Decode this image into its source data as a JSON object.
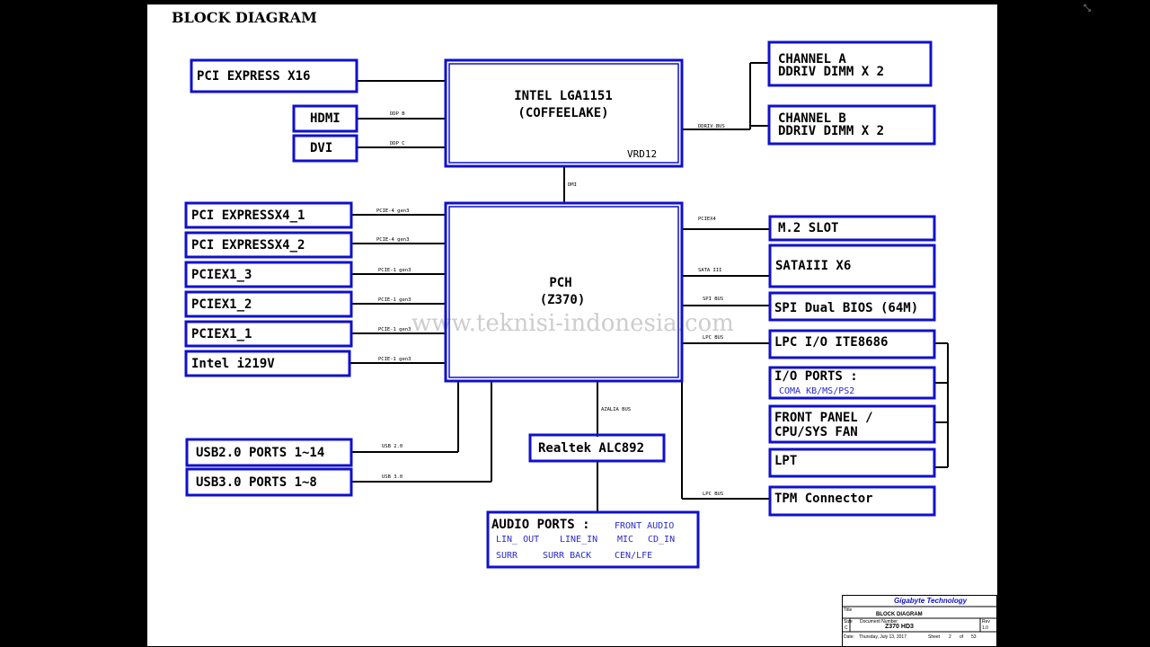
{
  "title": "BLOCK DIAGRAM",
  "watermark": "www.teknisi-indonesia.com",
  "window_icon": "⤡",
  "cpu": {
    "name": "INTEL LGA1151",
    "sub": "(COFFEELAKE)",
    "vrd": "VRD12"
  },
  "pch": {
    "name": "PCH",
    "sub": "(Z370)"
  },
  "dmi": "DMI",
  "left_top": [
    {
      "label": "PCI EXPRESS X16",
      "bus": ""
    },
    {
      "label": "HDMI",
      "bus": "DDP B"
    },
    {
      "label": "DVI",
      "bus": "DDP C"
    }
  ],
  "left_pcie": [
    {
      "label": "PCI EXPRESSX4_1",
      "bus": "PCIE-4 gen3"
    },
    {
      "label": "PCI EXPRESSX4_2",
      "bus": "PCIE-4 gen3"
    },
    {
      "label": "PCIEX1_3",
      "bus": "PCIE-1 gen3"
    },
    {
      "label": "PCIEX1_2",
      "bus": "PCIE-1 gen3"
    },
    {
      "label": "PCIEX1_1",
      "bus": "PCIE-1 gen3"
    },
    {
      "label": "Intel i219V",
      "bus": "PCIE-1 gen3"
    }
  ],
  "usb": [
    {
      "label": "USB2.0 PORTS 1~14",
      "bus": "USB 2.0"
    },
    {
      "label": "USB3.0 PORTS 1~8",
      "bus": "USB 3.0"
    }
  ],
  "memory": {
    "bus": "DDRIV BUS",
    "channels": [
      {
        "line1": "CHANNEL A",
        "line2": "DDRIV  DIMM X 2"
      },
      {
        "line1": "CHANNEL B",
        "line2": "DDRIV DIMM X 2"
      }
    ]
  },
  "right": [
    {
      "label": "M.2 SLOT",
      "bus": "PCIEX4"
    },
    {
      "label": "SATAIII X6",
      "bus": "SATA III"
    },
    {
      "label": "SPI Dual BIOS (64M)",
      "bus": "SPI BUS"
    },
    {
      "label": "LPC I/O ITE8686",
      "bus": "LPC BUS"
    }
  ],
  "io_ports": {
    "label": "I/O PORTS :",
    "sub": "COMA  KB/MS/PS2"
  },
  "front_panel": {
    "line1": "FRONT PANEL /",
    "line2": "CPU/SYS FAN"
  },
  "lpt": "LPT",
  "tpm": {
    "label": "TPM Connector",
    "bus": "LPC BUS"
  },
  "audio": {
    "bus": "AZALIA BUS",
    "codec": "Realtek ALC892",
    "ports_label": "AUDIO PORTS :",
    "front": "FRONT AUDIO",
    "row1": [
      "LIN_ OUT",
      "LINE_IN",
      "MIC",
      "CD_IN"
    ],
    "row2": [
      "SURR",
      "SURR BACK",
      "CEN/LFE"
    ]
  },
  "title_block": {
    "company": "Gigabyte Technology",
    "title_key": "Title",
    "title": "BLOCK DIAGRAM",
    "size_key": "Size",
    "size": "C",
    "docnum_key": "Document Number",
    "model": "Z370 HD3",
    "rev_key": "Rev",
    "rev": "1.0",
    "date_key": "Date:",
    "date": "Thursday, July 13, 2017",
    "sheet_key": "Sheet",
    "sheet": "2",
    "of_key": "of",
    "of": "53"
  },
  "colors": {
    "box": "#1010cc",
    "wire": "#000000",
    "sheet": "#ffffff",
    "background": "#000000"
  }
}
